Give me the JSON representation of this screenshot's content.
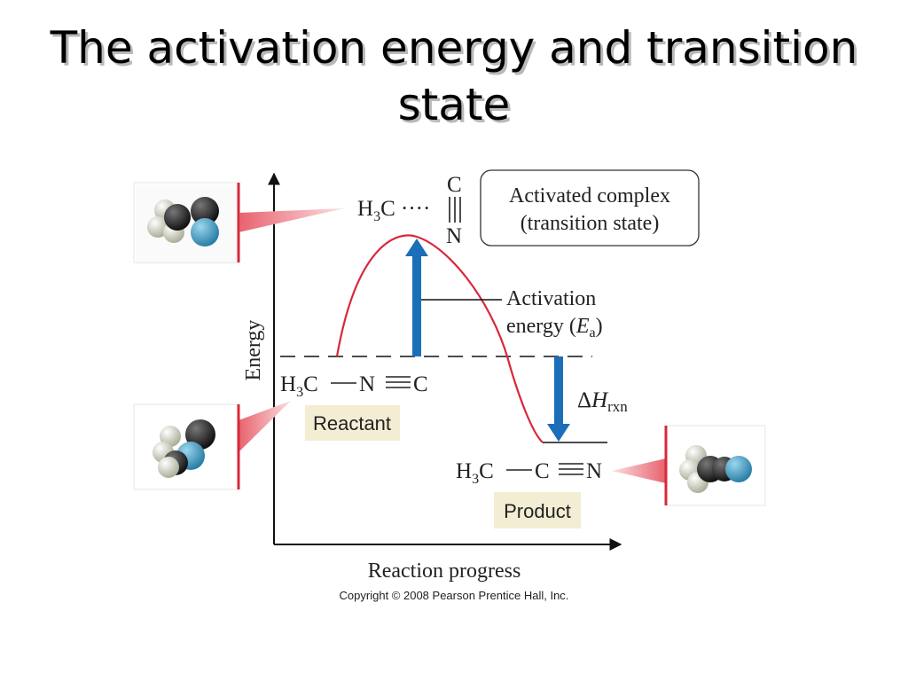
{
  "title": "The activation energy and transition state",
  "axes": {
    "y": "Energy",
    "x": "Reaction progress"
  },
  "colors": {
    "curve": "#d8283a",
    "arrow": "#1a6fb8",
    "tag": "#f3edd4",
    "carbon": "#1e1e1e",
    "nitrogen": "#3a9ec4",
    "hydrogen": "#e2e4d2"
  },
  "transition_state": {
    "left": "H3C ···· ",
    "top_atom": "C",
    "bottom_atom": "N",
    "box_line1": "Activated complex",
    "box_line2": "(transition state)"
  },
  "activation": {
    "line1": "Activation",
    "line2_pre": "energy (",
    "symbol": "E",
    "sub": "a",
    "line2_post": ")"
  },
  "delta": {
    "symbol": "ΔH",
    "sub": "rxn"
  },
  "reactant": {
    "left": "H3C—N≡C",
    "tag": "Reactant"
  },
  "product": {
    "left": "H3C—C≡N",
    "tag": "Product"
  },
  "icons": [
    "transition-state-model-icon",
    "reactant-model-icon",
    "product-model-icon"
  ],
  "copyright": "Copyright © 2008 Pearson Prentice Hall, Inc."
}
